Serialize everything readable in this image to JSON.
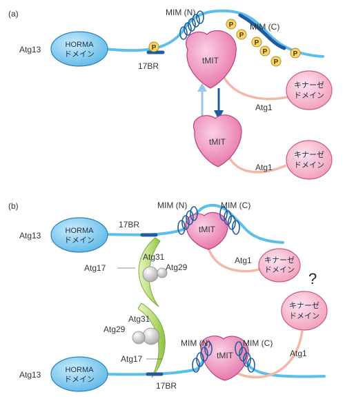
{
  "colors": {
    "linker": "#5bbfe8",
    "motif": "#1f5b9e",
    "horma_fill": "#6ec2ee",
    "horma_stroke": "#2b7fc0",
    "tmit_fill": "#ea77ab",
    "tmit_stroke": "#b7417e",
    "kinase_fill": "#f6a9c1",
    "kinase_stroke": "#c9587e",
    "atg1_link": "#f2b7a6",
    "phospho_fill": "#f8d66b",
    "phospho_stroke": "#b48a18",
    "scaffold": "#b5d86d",
    "particle": "#d3d3d3"
  },
  "panel_a": {
    "label": "(a)",
    "atg13": "Atg13",
    "horma": [
      "HORMA",
      "ドメイン"
    ],
    "br17": "17BR",
    "mim_n": "MIM (N)",
    "mim_c": "MIM (C)",
    "p": "P",
    "tmit_bound": "tMIT",
    "tmit_free": "tMIT",
    "atg1_top": "Atg1",
    "atg1_bottom": "Atg1",
    "kinase_top": [
      "キナーゼ",
      "ドメイン"
    ],
    "kinase_bottom": [
      "キナーゼ",
      "ドメイン"
    ]
  },
  "panel_b": {
    "label": "(b)",
    "top": {
      "atg13": "Atg13",
      "horma": [
        "HORMA",
        "ドメイン"
      ],
      "br17": "17BR",
      "mim_n": "MIM (N)",
      "mim_c": "MIM (C)",
      "tmit": "tMIT",
      "atg1": "Atg1",
      "kinase": [
        "キナーゼ",
        "ドメイン"
      ]
    },
    "bottom": {
      "atg13": "Atg13",
      "horma": [
        "HORMA",
        "ドメイン"
      ],
      "br17": "17BR",
      "mim_n": "MIM (N)",
      "mim_c": "MIM (C)",
      "tmit": "tMIT",
      "atg1": "Atg1",
      "kinase": [
        "キナーゼ",
        "ドメイン"
      ]
    },
    "atg17_top": "Atg17",
    "atg17_bottom": "Atg17",
    "atg31_top": "Atg31",
    "atg29_top": "Atg29",
    "atg31_bottom": "Atg31",
    "atg29_bottom": "Atg29",
    "question": "?"
  }
}
